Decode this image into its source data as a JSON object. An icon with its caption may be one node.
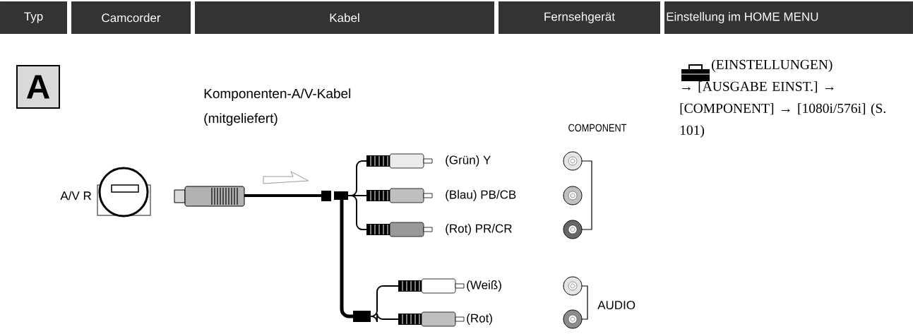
{
  "diagram": {
    "nodes": [
      {
        "text": [
          "Typ"
        ]
      },
      {
        "text": [
          "Camcorder"
        ]
      },
      {
        "text": [
          "Kabel"
        ]
      },
      {
        "text": [
          "Fernsehgerät"
        ]
      },
      {
        "text": [
          "Einstellung im HOME MENU"
        ]
      },
      {
        "text": [
          "A"
        ]
      }
    ],
    "labels": [
      "A/V R",
      "Komponenten-A/V-Kabel (mitgeliefert)",
      "COMPONENT",
      "(Grün) Y",
      "(Blau) PB/CB",
      "(Rot) PR/CR",
      "(Weiß)",
      "(Rot)",
      "AUDIO",
      "(EINSTELLUNGEN) → [AUSGABE EINST.] → [COMPONENT] → [1080i/576i] (S. 101)"
    ]
  }
}
